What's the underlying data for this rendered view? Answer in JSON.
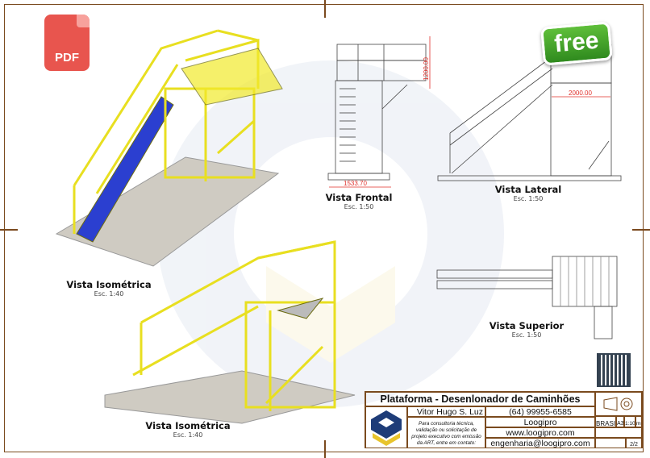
{
  "sheet": {
    "views": [
      {
        "title": "Vista Isométrica",
        "scale": "Esc. 1:40"
      },
      {
        "title": "Vista Frontal",
        "scale": "Esc. 1:50"
      },
      {
        "title": "Vista Lateral",
        "scale": "Esc. 1:50"
      },
      {
        "title": "Vista Isométrica",
        "scale": "Esc. 1:40"
      },
      {
        "title": "Vista Superior",
        "scale": "Esc. 1:50"
      }
    ],
    "dimensions": {
      "height": "1200.00",
      "width_front": "1533.70",
      "width_side": "2000.00"
    },
    "badges": {
      "pdf": "PDF",
      "free": "free"
    }
  },
  "title_block": {
    "title": "Plataforma - Desenlonador de Caminhões",
    "designer": "Vitor Hugo S. Luz",
    "contact": "(64) 99955-6585",
    "observations": "Para consultoria técnica, validação ou solicitação de projeto executivo com emissão da ART, entre em contato:",
    "social": "Loogipro",
    "country": "BRASIL",
    "sheet_size": "A3",
    "scale": "1:100",
    "unit": "mm",
    "website": "www.loogipro.com",
    "email": "engenharia@loogipro.com",
    "sheet": "2/2"
  },
  "colors": {
    "frame": "#7a4a1e",
    "structure": "#f2ea2c",
    "steps": "#2b3fd0",
    "dimension": "#e0302a"
  }
}
